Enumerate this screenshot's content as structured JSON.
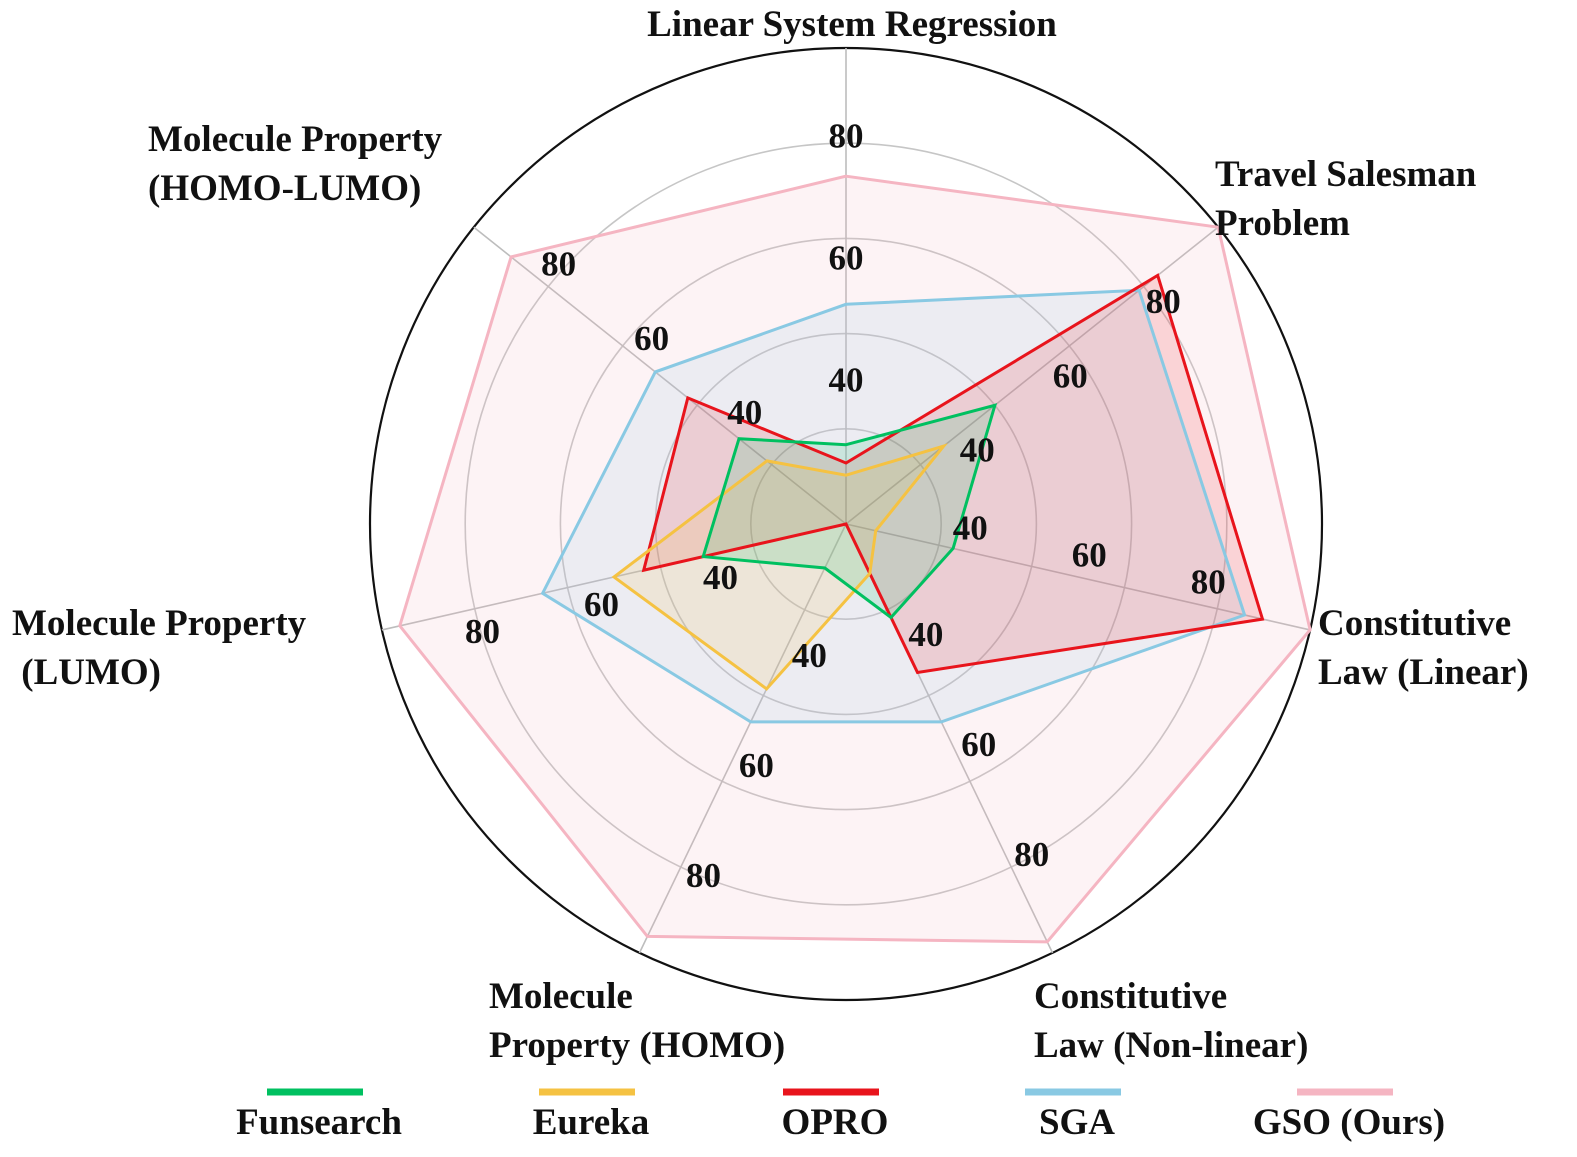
{
  "chart_data": {
    "type": "radar",
    "title": "",
    "axes": [
      "Linear System Regression",
      "Travel Salesman Problem",
      "Constitutive Law (Linear)",
      "Constitutive Law (Non-linear)",
      "Molecule Property (HOMO)",
      "Molecule Property (LUMO)",
      "Molecule Property (HOMO-LUMO)"
    ],
    "axis_label_lines": [
      [
        "Linear System Regression"
      ],
      [
        "Travel Salesman",
        "Problem"
      ],
      [
        "Constitutive",
        "Law (Linear)"
      ],
      [
        "Constitutive",
        "Law (Non-linear)"
      ],
      [
        "Molecule",
        "Property (HOMO)"
      ],
      [
        "Molecule Property",
        " (LUMO)"
      ],
      [
        "Molecule Property",
        "(HOMO-LUMO)"
      ]
    ],
    "tick_values": [
      40,
      60,
      80
    ],
    "axis_ranges": [
      [
        20,
        98
      ],
      [
        15,
        95
      ],
      [
        20,
        98
      ],
      [
        18,
        96
      ],
      [
        18,
        96
      ],
      [
        18,
        96
      ],
      [
        15,
        95
      ]
    ],
    "grid": true,
    "legend_position": "bottom",
    "series": [
      {
        "name": "Funsearch",
        "color": "#00c060",
        "values": [
          33,
          47,
          38,
          35,
          26,
          42,
          38
        ]
      },
      {
        "name": "Eureka",
        "color": "#f5c242",
        "values": [
          28,
          36,
          25,
          27,
          48,
          57,
          32
        ]
      },
      {
        "name": "OPRO",
        "color": "#e8141c",
        "values": [
          30,
          82,
          90,
          45,
          18,
          52,
          49
        ]
      },
      {
        "name": "SGA",
        "color": "#89c9e3",
        "values": [
          56,
          78,
          87,
          54,
          54,
          69,
          56
        ]
      },
      {
        "name": "GSO (Ours)",
        "color": "#f5b5c2",
        "values": [
          77,
          96,
          98,
          94,
          93,
          93,
          87
        ]
      }
    ]
  }
}
